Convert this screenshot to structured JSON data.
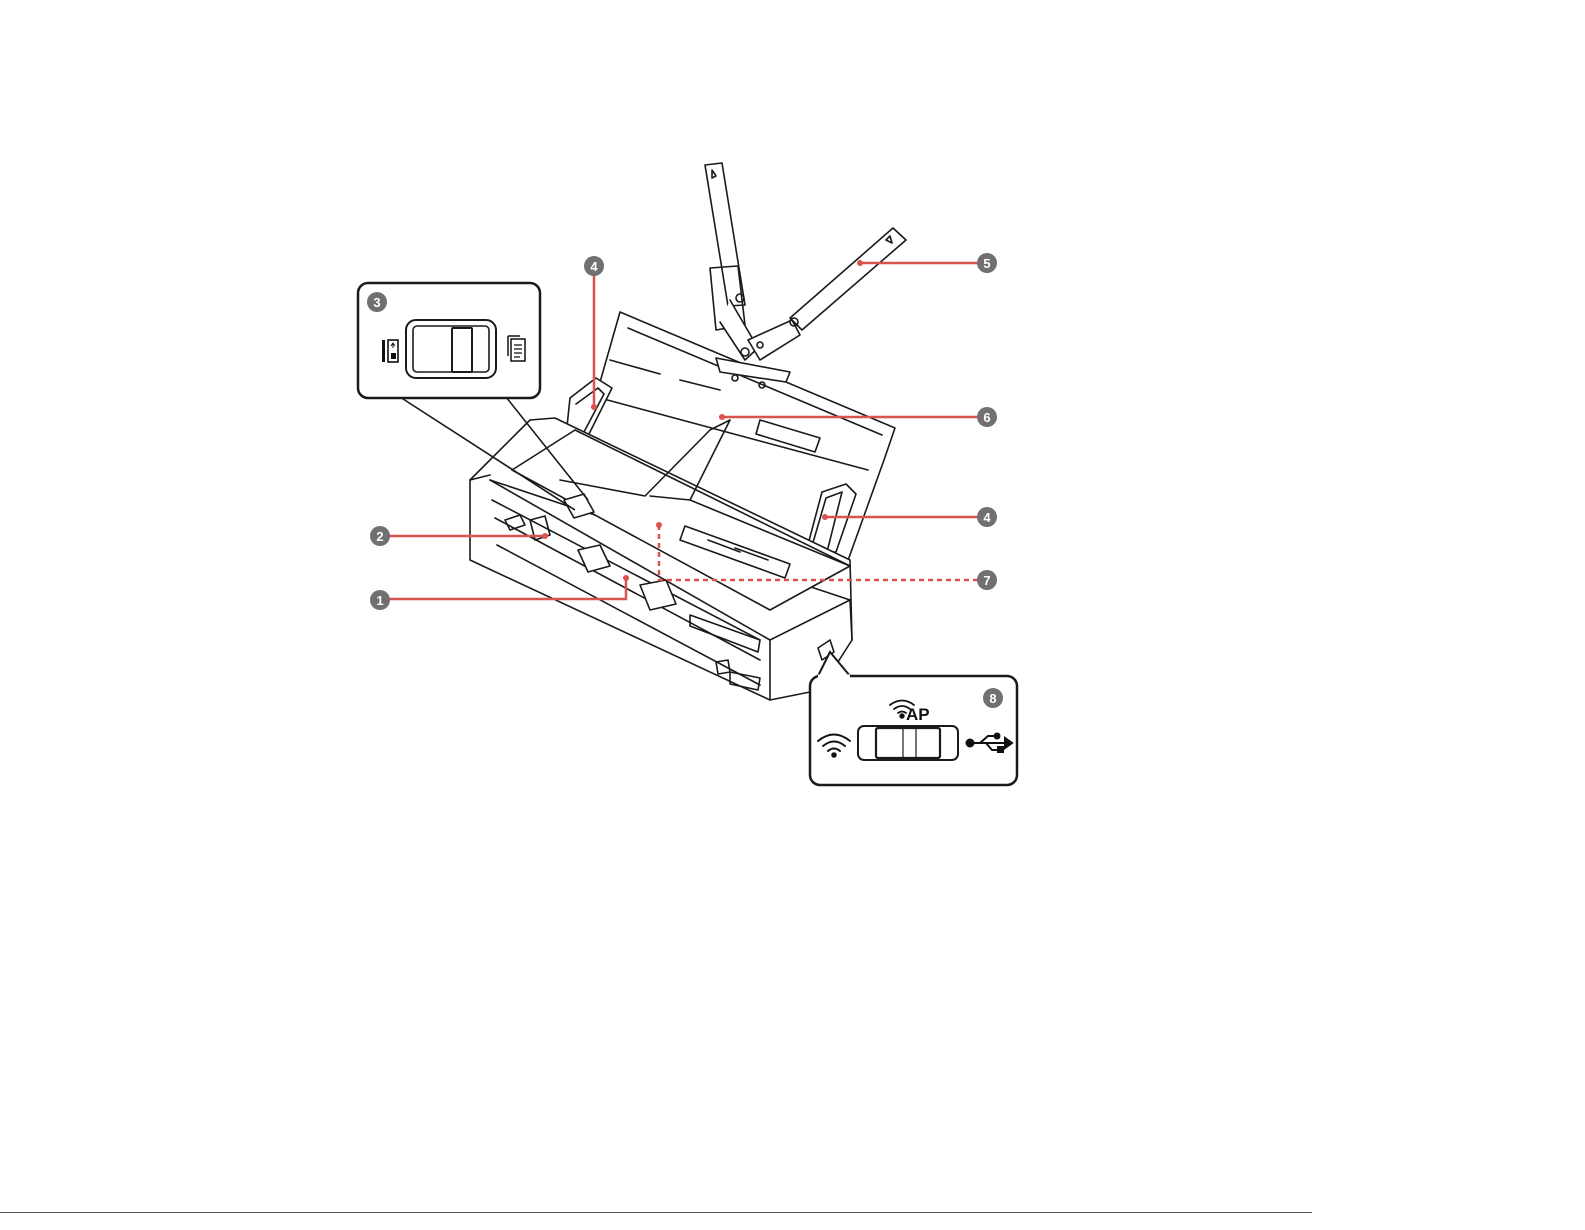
{
  "callouts": [
    {
      "id": "c1",
      "label": "1"
    },
    {
      "id": "c2",
      "label": "2"
    },
    {
      "id": "c3",
      "label": "3"
    },
    {
      "id": "c4a",
      "label": "4"
    },
    {
      "id": "c4b",
      "label": "4"
    },
    {
      "id": "c5",
      "label": "5"
    },
    {
      "id": "c6",
      "label": "6"
    },
    {
      "id": "c7",
      "label": "7"
    },
    {
      "id": "c8",
      "label": "8"
    }
  ],
  "inset_connection": {
    "ap_label": "AP",
    "left_icon": "wifi-icon",
    "right_icon": "usb-icon"
  },
  "inset_mode": {
    "left_icon": "card-slot-icon",
    "right_icon": "paper-stack-icon"
  },
  "colors": {
    "callout_fill": "#707070",
    "leader_line": "#d9534f",
    "outline": "#1a1a1a"
  }
}
